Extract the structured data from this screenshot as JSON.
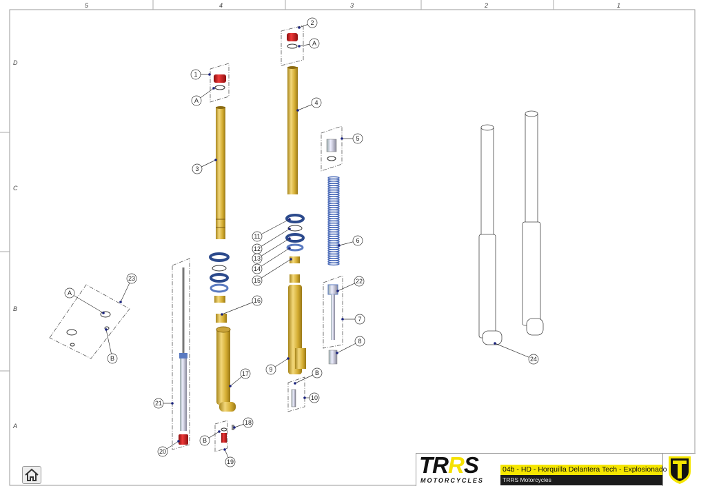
{
  "ruler": {
    "columns": [
      "5",
      "4",
      "3",
      "2",
      "1"
    ],
    "rows": [
      "D",
      "C",
      "B",
      "A"
    ]
  },
  "callouts": [
    "1",
    "2",
    "A",
    "A",
    "4",
    "3",
    "5",
    "6",
    "11",
    "12",
    "13",
    "14",
    "15",
    "16",
    "22",
    "7",
    "8",
    "9",
    "B",
    "10",
    "17",
    "18",
    "19",
    "20",
    "21",
    "B",
    "23",
    "A",
    "B",
    "24"
  ],
  "title_block": {
    "logo_text": "TRRS",
    "logo_subtext": "MOTORCYCLES",
    "title": "04b - HD - Horquilla Delantera Tech - Explosionado",
    "subtitle": "TRRS Motorcycles"
  },
  "colors": {
    "gold": "#d9b43a",
    "blue": "#3a5ea8",
    "red": "#d62020",
    "yellow": "#f5e600"
  },
  "icons": {
    "home": "home-icon"
  }
}
